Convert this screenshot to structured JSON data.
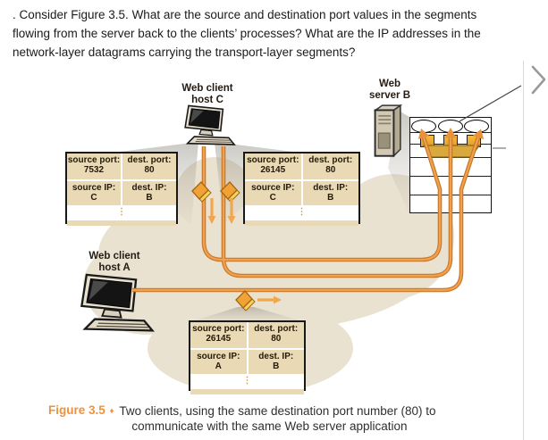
{
  "question": {
    "text": ". Consider Figure 3.5. What are the source and destination port values in the segments flowing from the server back to the clients’ processes? What are the IP addresses in the network-layer datagrams carrying the transport-layer segments?"
  },
  "figure": {
    "labels": {
      "client_c": {
        "l1": "Web client",
        "l2": "host C"
      },
      "server_b": {
        "l1": "Web",
        "l2": "server B"
      },
      "client_a": {
        "l1": "Web client",
        "l2": "host A"
      }
    },
    "tables": [
      {
        "ellipsis": "⋮",
        "cells": [
          {
            "label": "source port:",
            "value": "7532"
          },
          {
            "label": "dest. port:",
            "value": "80"
          },
          {
            "label": "source IP:",
            "value": "C"
          },
          {
            "label": "dest. IP:",
            "value": "B"
          }
        ]
      },
      {
        "ellipsis": "⋮",
        "cells": [
          {
            "label": "source port:",
            "value": "26145"
          },
          {
            "label": "dest. port:",
            "value": "80"
          },
          {
            "label": "source IP:",
            "value": "C"
          },
          {
            "label": "dest. IP:",
            "value": "B"
          }
        ]
      },
      {
        "ellipsis": "⋮",
        "cells": [
          {
            "label": "source port:",
            "value": "26145"
          },
          {
            "label": "dest. port:",
            "value": "80"
          },
          {
            "label": "source IP:",
            "value": "A"
          },
          {
            "label": "dest. IP:",
            "value": "B"
          }
        ]
      }
    ]
  },
  "caption": {
    "label": "Figure 3.5",
    "diamond": "♦",
    "line1": "Two clients, using the same destination port number (80) to",
    "line2": "communicate with the same Web server application"
  },
  "colors": {
    "accent_orange": "#e2903a",
    "table_tan": "#e9dab5",
    "cloud_beige": "#eae2d1",
    "caption_orange": "#f0923b"
  }
}
